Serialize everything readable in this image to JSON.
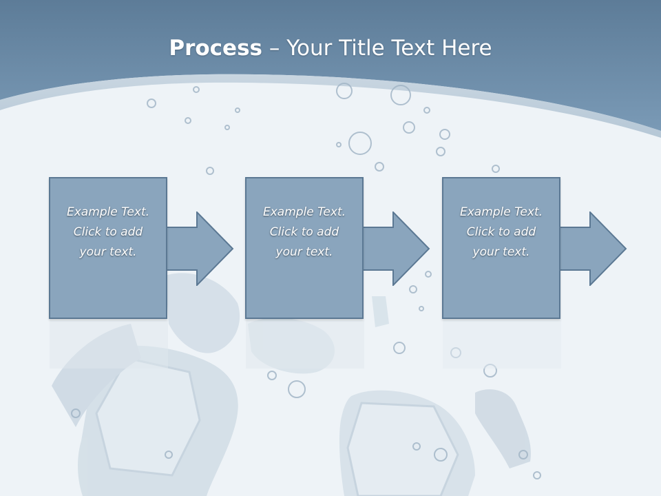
{
  "slide": {
    "title_bold": "Process",
    "title_rest": " – Your Title Text Here"
  },
  "steps": [
    {
      "text": "Example Text.\nClick  to add\nyour text."
    },
    {
      "text": "Example Text.\nClick  to add\nyour text."
    },
    {
      "text": "Example Text.\nClick  to add\nyour text."
    }
  ],
  "colors": {
    "header": "#6f90ad",
    "step_fill": "#8aa5bd",
    "step_border": "#5b7893",
    "background": "#eef3f7"
  }
}
